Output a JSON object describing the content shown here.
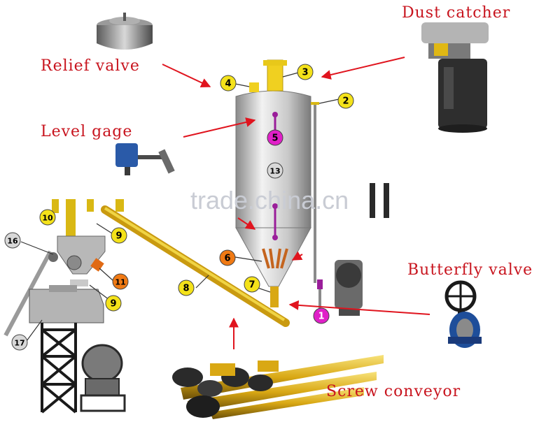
{
  "labels": {
    "relief_valve": "Relief valve",
    "dust_catcher": "Dust catcher",
    "level_gage": "Level gage",
    "butterfly_valve": "Butterfly valve",
    "screw_conveyor": "Screw conveyor"
  },
  "watermark": "trade.china.cn",
  "callouts": [
    {
      "n": "1",
      "color": "#e020c8",
      "text_color": "#ffffff"
    },
    {
      "n": "2",
      "color": "#f4e21a",
      "text_color": "#000000"
    },
    {
      "n": "3",
      "color": "#f4e21a",
      "text_color": "#000000"
    },
    {
      "n": "4",
      "color": "#f4e21a",
      "text_color": "#000000"
    },
    {
      "n": "5",
      "color": "#e020c8",
      "text_color": "#000000"
    },
    {
      "n": "6",
      "color": "#f07a14",
      "text_color": "#000000"
    },
    {
      "n": "7",
      "color": "#f4e21a",
      "text_color": "#000000"
    },
    {
      "n": "8",
      "color": "#f4e21a",
      "text_color": "#000000"
    },
    {
      "n": "9",
      "color": "#f4e21a",
      "text_color": "#000000"
    },
    {
      "n": "9",
      "color": "#f4e21a",
      "text_color": "#000000"
    },
    {
      "n": "10",
      "color": "#f4e21a",
      "text_color": "#000000"
    },
    {
      "n": "11",
      "color": "#f07a14",
      "text_color": "#000000"
    },
    {
      "n": "13",
      "color": "#d8d8d8",
      "text_color": "#000000"
    },
    {
      "n": "16",
      "color": "#d8d8d8",
      "text_color": "#000000"
    },
    {
      "n": "17",
      "color": "#d8d8d8",
      "text_color": "#000000"
    }
  ],
  "colors": {
    "label": "#c8141e",
    "arrow": "#e0141e",
    "conveyor": "#e8c21a",
    "silo": "#c9c9c9"
  }
}
